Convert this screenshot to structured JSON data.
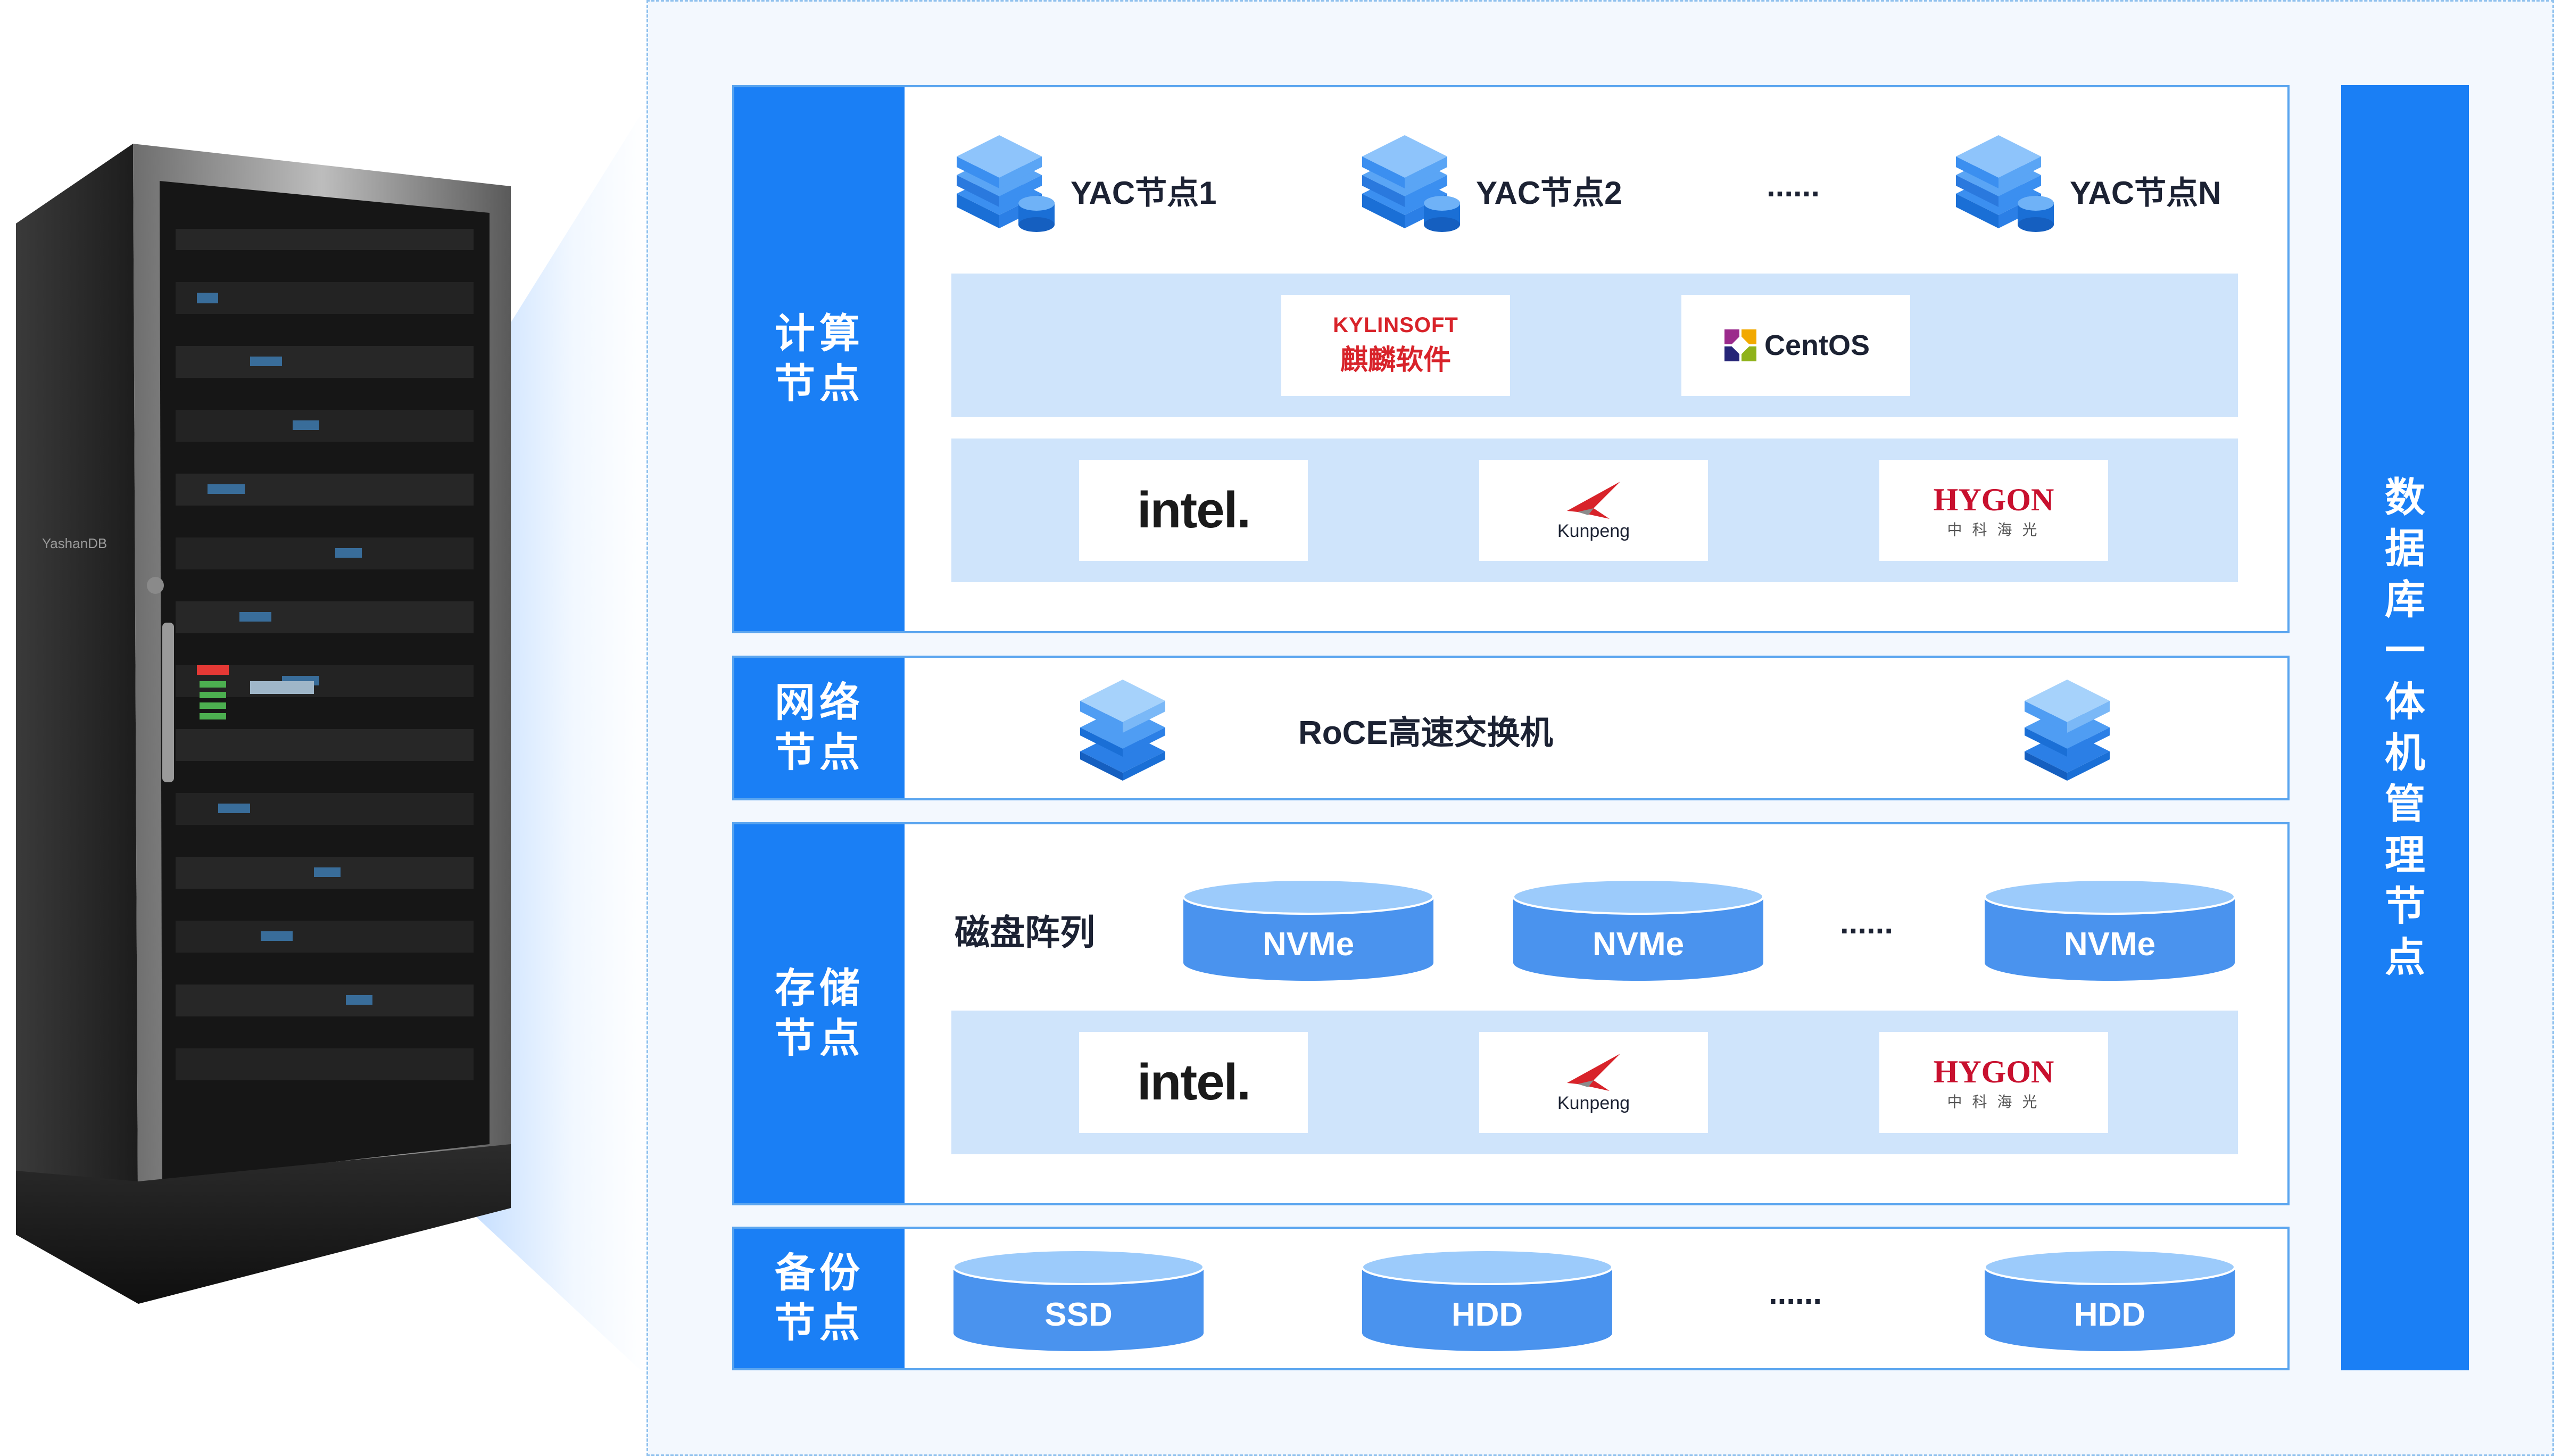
{
  "compute": {
    "label_line1": "计算",
    "label_line2": "节点",
    "nodes": [
      "YAC节点1",
      "YAC节点2",
      "YAC节点N"
    ],
    "ellipsis": "......",
    "os_logos": [
      {
        "name": "kylinsoft",
        "text_top": "KYLINSOFT",
        "text_bottom": "麒麟软件"
      },
      {
        "name": "centos",
        "text": "CentOS"
      }
    ],
    "cpu_logos": [
      {
        "name": "intel",
        "text": "intel."
      },
      {
        "name": "kunpeng",
        "text": "Kunpeng"
      },
      {
        "name": "hygon",
        "text_top": "HYGON",
        "text_bottom": "中 科 海 光"
      }
    ]
  },
  "network": {
    "label_line1": "网络",
    "label_line2": "节点",
    "switch_label": "RoCE高速交换机"
  },
  "storage": {
    "label_line1": "存储",
    "label_line2": "节点",
    "array_label": "磁盘阵列",
    "disks": [
      "NVMe",
      "NVMe",
      "NVMe"
    ],
    "ellipsis": "......",
    "cpu_logos": [
      {
        "name": "intel",
        "text": "intel."
      },
      {
        "name": "kunpeng",
        "text": "Kunpeng"
      },
      {
        "name": "hygon",
        "text_top": "HYGON",
        "text_bottom": "中 科 海 光"
      }
    ]
  },
  "backup": {
    "label_line1": "备份",
    "label_line2": "节点",
    "disks": [
      "SSD",
      "HDD",
      "HDD"
    ],
    "ellipsis": "......"
  },
  "management": {
    "label": "数据库一体机管理节点"
  },
  "rack": {
    "brand": "YashanDB"
  },
  "colors": {
    "primary": "#1a7ff5",
    "band": "#cfe4fb",
    "border": "#5aa5ef",
    "panel_bg": "#f3f8fe",
    "kylin_red": "#d8232a",
    "hygon_red": "#c8102e",
    "intel_dark": "#1a1a1a"
  }
}
